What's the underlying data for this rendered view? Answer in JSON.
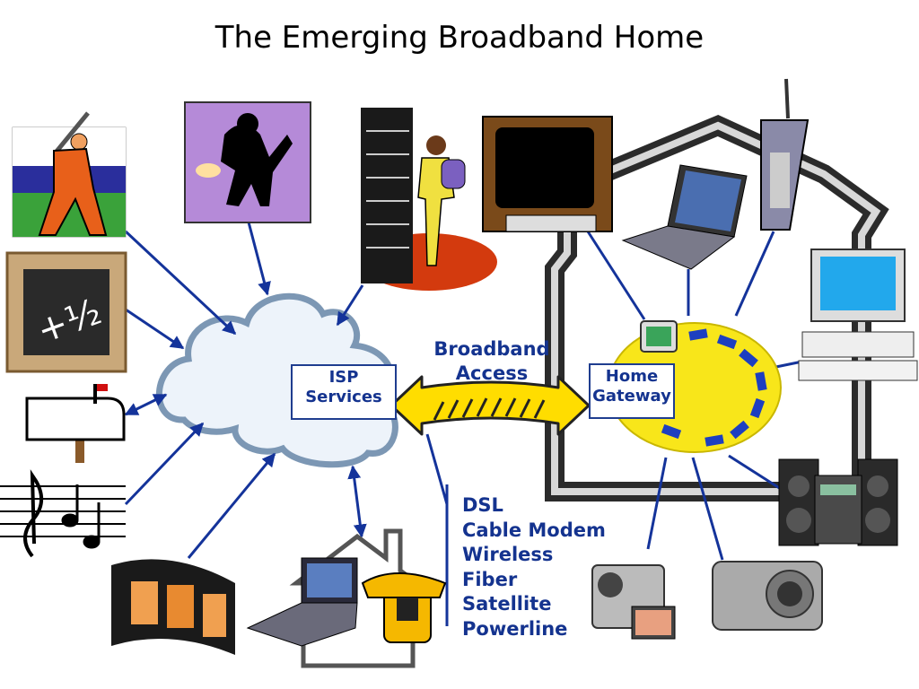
{
  "title": "The Emerging Broadband Home",
  "isp": {
    "line1": "ISP",
    "line2": "Services"
  },
  "access": {
    "line1": "Broadband",
    "line2": "Access"
  },
  "gateway": {
    "line1": "Home",
    "line2": "Gateway"
  },
  "technologies": [
    "DSL",
    "Cable Modem",
    "Wireless",
    "Fiber",
    "Satellite",
    "Powerline"
  ],
  "colors": {
    "connector": "#14339a",
    "text_blue": "#14338f",
    "arrow_yellow": "#ffdd00",
    "cloud_fill": "#edf3fa",
    "cloud_edge": "#7c97b4",
    "gateway_disc": "#f8e61a",
    "house_outline": "#2b2b2b"
  },
  "icons": [
    "baseball-player-icon",
    "painter-icon",
    "library-reader-icon",
    "chalkboard-math-icon",
    "mailbox-icon",
    "music-staff-icon",
    "film-strip-icon",
    "television-icon",
    "laptop-icon",
    "cordless-phone-icon",
    "desktop-computer-icon",
    "stereo-system-icon",
    "camcorder-icon",
    "digital-camera-icon",
    "small-house-icon",
    "telephone-icon"
  ]
}
